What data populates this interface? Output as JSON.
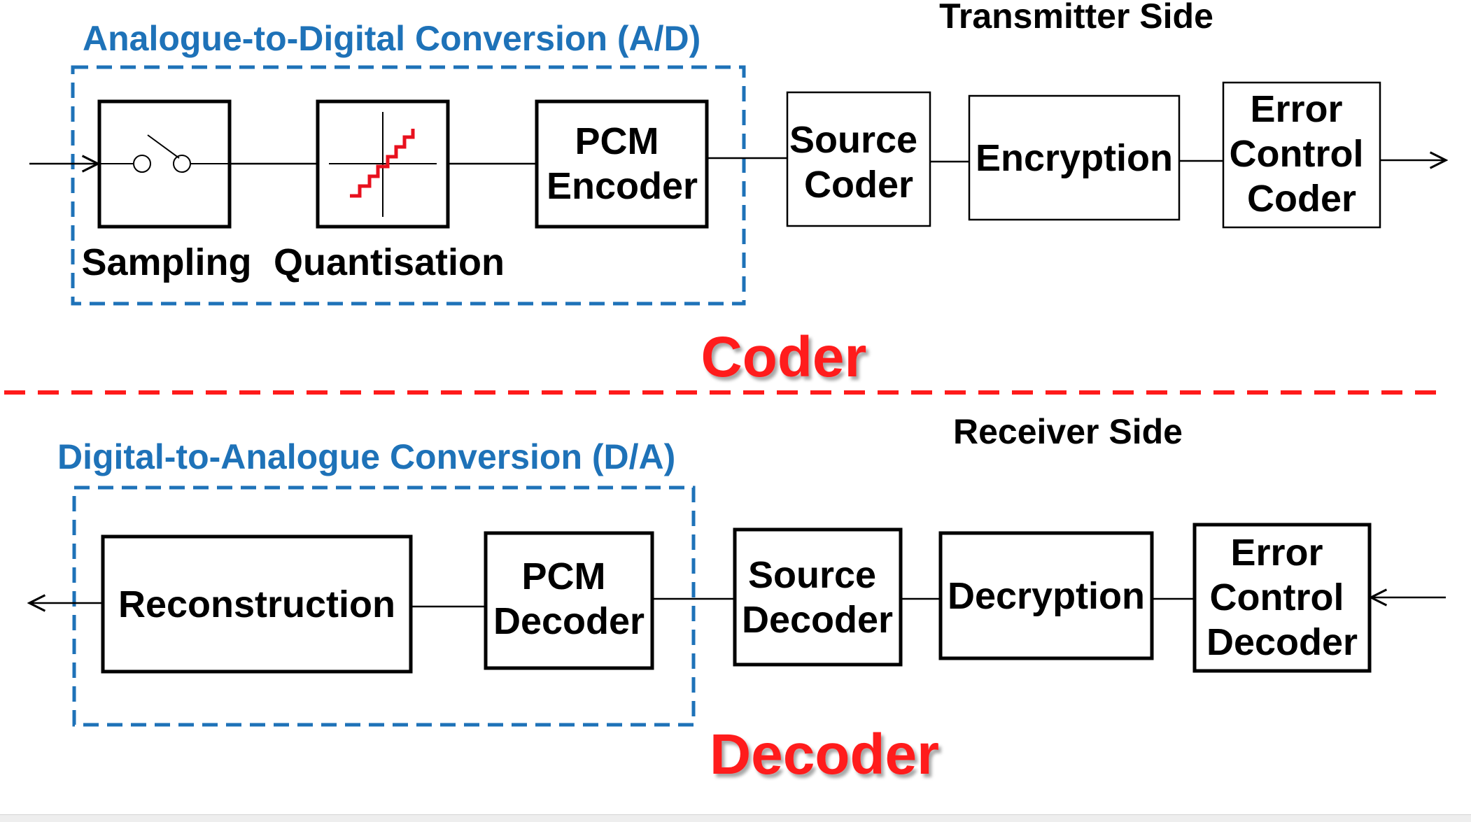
{
  "transmitter": {
    "side_label": "Transmitter Side",
    "ad_title": "Analogue-to-Digital Conversion (A/D)",
    "sampling_label": "Sampling",
    "quantisation_label": "Quantisation",
    "pcm_encoder": [
      "PCM",
      "Encoder"
    ],
    "source_coder": [
      "Source",
      "Coder"
    ],
    "encryption": "Encryption",
    "error_control_coder": [
      "Error",
      "Control",
      "Coder"
    ],
    "section_label": "Coder"
  },
  "receiver": {
    "side_label": "Receiver Side",
    "da_title": "Digital-to-Analogue Conversion (D/A)",
    "reconstruction": "Reconstruction",
    "pcm_decoder": [
      "PCM",
      "Decoder"
    ],
    "source_decoder": [
      "Source",
      "Decoder"
    ],
    "decryption": "Decryption",
    "error_control_decoder": [
      "Error",
      "Control",
      "Decoder"
    ],
    "section_label": "Decoder"
  },
  "colors": {
    "ad_da_blue": "#1e72b8",
    "section_red": "#ff1a1a",
    "quantiser_staircase": "#e8101e"
  }
}
